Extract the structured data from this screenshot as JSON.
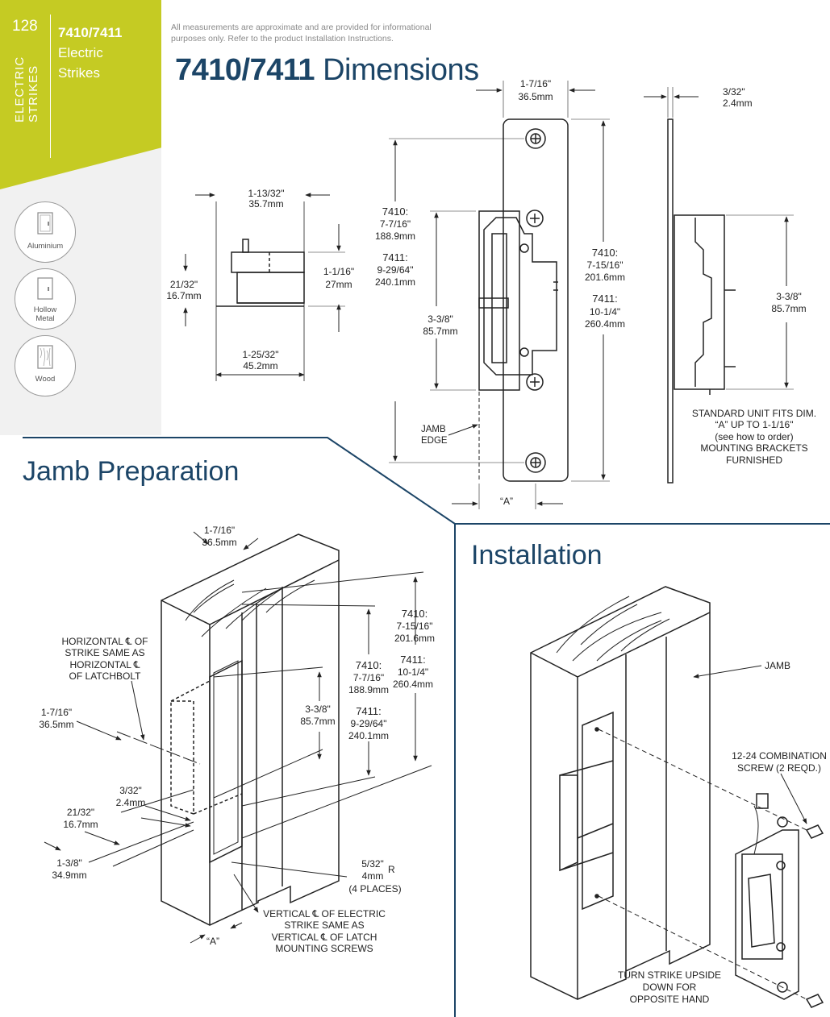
{
  "sidebar": {
    "page_number": "128",
    "category_line1": "ELECTRIC",
    "category_line2": "STRIKES",
    "product_line1": "7410/7411",
    "product_line2": "Electric",
    "product_line3": "Strikes",
    "materials": [
      {
        "label": "Aluminium",
        "icon": "aluminium-frame-icon"
      },
      {
        "label_line1": "Hollow",
        "label_line2": "Metal",
        "icon": "hollow-metal-frame-icon"
      },
      {
        "label": "Wood",
        "icon": "wood-frame-icon"
      }
    ]
  },
  "disclaimer": {
    "line1": "All measurements are approximate and are provided for informational",
    "line2": "purposes only. Refer to the product Installation Instructions."
  },
  "dimensions_title": {
    "bold": "7410/7411",
    "rest": " Dimensions"
  },
  "jamb_title": "Jamb Preparation",
  "installation_title": "Installation",
  "colors": {
    "accent_green": "#c5cb23",
    "title_blue": "#1c4567",
    "rule_blue": "#1c4567"
  },
  "dimensions": {
    "top_width": {
      "imp": "1-7/16\"",
      "met": "36.5mm"
    },
    "plate_thickness": {
      "imp": "3/32\"",
      "met": "2.4mm"
    },
    "side_width": {
      "imp": "1-13/32\"",
      "met": "35.7mm"
    },
    "side_height": {
      "imp": "1-1/16\"",
      "met": "27mm"
    },
    "side_left": {
      "imp": "21/32\"",
      "met": "16.7mm"
    },
    "side_depth": {
      "imp": "1-25/32\"",
      "met": "45.2mm"
    },
    "hole_7410": {
      "model": "7410:",
      "imp": "7-7/16\"",
      "met": "188.9mm"
    },
    "hole_7411": {
      "model": "7411:",
      "imp": "9-29/64\"",
      "met": "240.1mm"
    },
    "body_height": {
      "imp": "3-3/8\"",
      "met": "85.7mm"
    },
    "plate_7410": {
      "model": "7410:",
      "imp": "7-15/16\"",
      "met": "201.6mm"
    },
    "plate_7411": {
      "model": "7411:",
      "imp": "10-1/4\"",
      "met": "260.4mm"
    },
    "body_height_right": {
      "imp": "3-3/8\"",
      "met": "85.7mm"
    },
    "jamb_edge_1": "JAMB",
    "jamb_edge_2": "EDGE",
    "a_label": "“A”",
    "note_lines": [
      "STANDARD UNIT FITS DIM.",
      "“A” UP TO 1-1/16\"",
      "(see how to order)",
      "MOUNTING BRACKETS",
      "FURNISHED"
    ]
  },
  "jamb": {
    "top_width": {
      "imp": "1-7/16\"",
      "met": "36.5mm"
    },
    "cl_horizontal": [
      "HORIZONTAL ℄ OF",
      "STRIKE SAME AS",
      "HORIZONTAL ℄",
      "OF LATCHBOLT"
    ],
    "left_width": {
      "imp": "1-7/16\"",
      "met": "36.5mm"
    },
    "thickness": {
      "imp": "3/32\"",
      "met": "2.4mm"
    },
    "left_offset": {
      "imp": "21/32\"",
      "met": "16.7mm"
    },
    "depth": {
      "imp": "1-3/8\"",
      "met": "34.9mm"
    },
    "body": {
      "imp": "3-3/8\"",
      "met": "85.7mm"
    },
    "hole_7410": {
      "model": "7410:",
      "imp": "7-7/16\"",
      "met": "188.9mm"
    },
    "hole_7411": {
      "model": "7411:",
      "imp": "9-29/64\"",
      "met": "240.1mm"
    },
    "plate_7410": {
      "model": "7410:",
      "imp": "7-15/16\"",
      "met": "201.6mm"
    },
    "plate_7411": {
      "model": "7411:",
      "imp": "10-1/4\"",
      "met": "260.4mm"
    },
    "radius": {
      "imp": "5/32\"",
      "met": "4mm",
      "r": "R",
      "note": "(4 PLACES)"
    },
    "cl_vertical": [
      "VERTICAL ℄ OF ELECTRIC",
      "STRIKE SAME AS",
      "VERTICAL ℄ OF LATCH",
      "MOUNTING SCREWS"
    ],
    "a_label": "“A”"
  },
  "installation": {
    "jamb_label": "JAMB",
    "screw_lines": [
      "12-24 COMBINATION",
      "SCREW (2 REQD.)"
    ],
    "turn_lines": [
      "TURN STRIKE UPSIDE",
      "DOWN FOR",
      "OPPOSITE HAND"
    ]
  }
}
